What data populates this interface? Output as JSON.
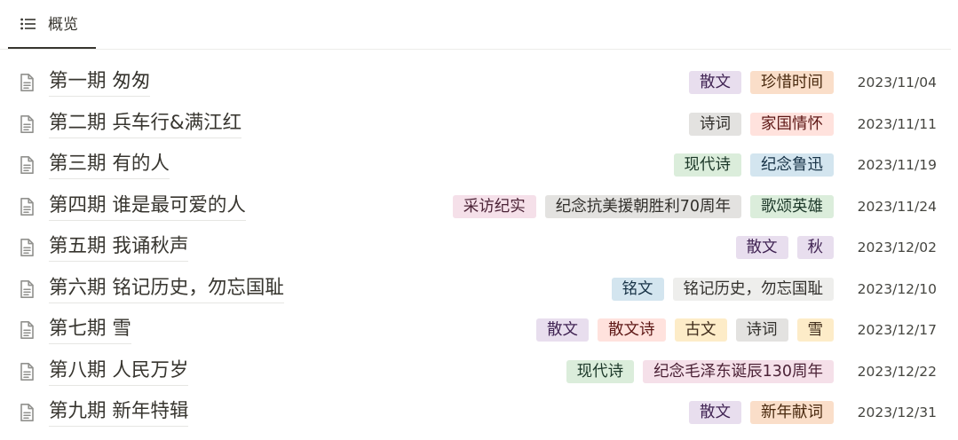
{
  "tab": {
    "label": "概览",
    "icon": "list-icon"
  },
  "tag_colors": {
    "purple": {
      "bg": "#e8deee",
      "fg": "#412454"
    },
    "orange": {
      "bg": "#fadec9",
      "fg": "#49290e"
    },
    "gray": {
      "bg": "#e3e2e0",
      "fg": "#32302c"
    },
    "red": {
      "bg": "#ffe2dd",
      "fg": "#5d1715"
    },
    "green": {
      "bg": "#dbeddb",
      "fg": "#1c3829"
    },
    "blue": {
      "bg": "#d3e5ef",
      "fg": "#183347"
    },
    "pink": {
      "bg": "#f5e0e9",
      "fg": "#4c2337"
    },
    "yellow": {
      "bg": "#fdecc8",
      "fg": "#402c1b"
    },
    "light": {
      "bg": "#eeeeec",
      "fg": "#32302c"
    }
  },
  "rows": [
    {
      "title": "第一期 匆匆",
      "date": "2023/11/04",
      "tags": [
        {
          "label": "散文",
          "color": "purple"
        },
        {
          "label": "珍惜时间",
          "color": "orange"
        }
      ]
    },
    {
      "title": "第二期 兵车行&满江红",
      "date": "2023/11/11",
      "tags": [
        {
          "label": "诗词",
          "color": "gray"
        },
        {
          "label": "家国情怀",
          "color": "red"
        }
      ]
    },
    {
      "title": "第三期 有的人",
      "date": "2023/11/19",
      "tags": [
        {
          "label": "现代诗",
          "color": "green"
        },
        {
          "label": "纪念鲁迅",
          "color": "blue"
        }
      ]
    },
    {
      "title": "第四期 谁是最可爱的人",
      "date": "2023/11/24",
      "tags": [
        {
          "label": "采访纪实",
          "color": "pink"
        },
        {
          "label": "纪念抗美援朝胜利70周年",
          "color": "gray"
        },
        {
          "label": "歌颂英雄",
          "color": "green"
        }
      ]
    },
    {
      "title": "第五期 我诵秋声",
      "date": "2023/12/02",
      "tags": [
        {
          "label": "散文",
          "color": "purple"
        },
        {
          "label": "秋",
          "color": "purple"
        }
      ]
    },
    {
      "title": "第六期 铭记历史，勿忘国耻",
      "date": "2023/12/10",
      "tags": [
        {
          "label": "铭文",
          "color": "blue"
        },
        {
          "label": "铭记历史，勿忘国耻",
          "color": "light"
        }
      ]
    },
    {
      "title": "第七期 雪",
      "date": "2023/12/17",
      "tags": [
        {
          "label": "散文",
          "color": "purple"
        },
        {
          "label": "散文诗",
          "color": "red"
        },
        {
          "label": "古文",
          "color": "yellow"
        },
        {
          "label": "诗词",
          "color": "gray"
        },
        {
          "label": "雪",
          "color": "yellow"
        }
      ]
    },
    {
      "title": "第八期 人民万岁",
      "date": "2023/12/22",
      "tags": [
        {
          "label": "现代诗",
          "color": "green"
        },
        {
          "label": "纪念毛泽东诞辰130周年",
          "color": "pink"
        }
      ]
    },
    {
      "title": "第九期 新年特辑",
      "date": "2023/12/31",
      "tags": [
        {
          "label": "散文",
          "color": "purple"
        },
        {
          "label": "新年献词",
          "color": "orange"
        }
      ]
    }
  ]
}
